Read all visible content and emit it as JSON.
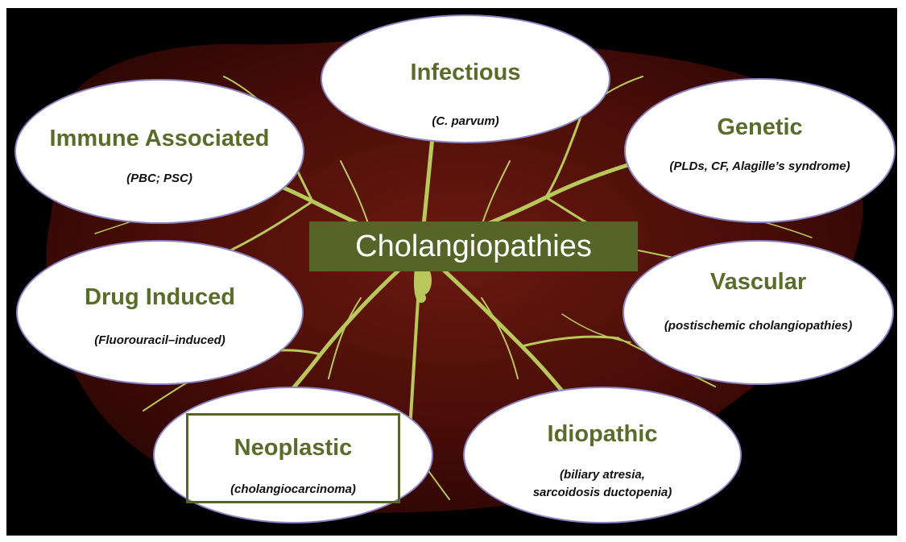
{
  "diagram": {
    "center_label": "Cholangiopathies",
    "categories": [
      {
        "key": "infectious",
        "title": "Infectious",
        "subtitle": "(C. parvum)"
      },
      {
        "key": "immune",
        "title": "Immune Associated",
        "subtitle": "(PBC; PSC)"
      },
      {
        "key": "genetic",
        "title": "Genetic",
        "subtitle": "(PLDs, CF, Alagille’s syndrome)"
      },
      {
        "key": "drug",
        "title": "Drug Induced",
        "subtitle": "(Fluorouracil–induced)"
      },
      {
        "key": "vascular",
        "title": "Vascular",
        "subtitle": "(postischemic cholangiopathies)"
      },
      {
        "key": "neoplastic",
        "title": "Neoplastic",
        "subtitle": "(cholangiocarcinoma)"
      },
      {
        "key": "idiopathic",
        "title": "Idiopathic",
        "subtitle_line1": "(biliary atresia,",
        "subtitle_line2": "sarcoidosis ductopenia)"
      }
    ]
  },
  "colors": {
    "background": "#000000",
    "liver": "#4a0d08",
    "ducts": "#b8c85a",
    "title_green": "#5a6b2a",
    "center_box": "#566428",
    "ellipse_border": "#8b84c4"
  }
}
